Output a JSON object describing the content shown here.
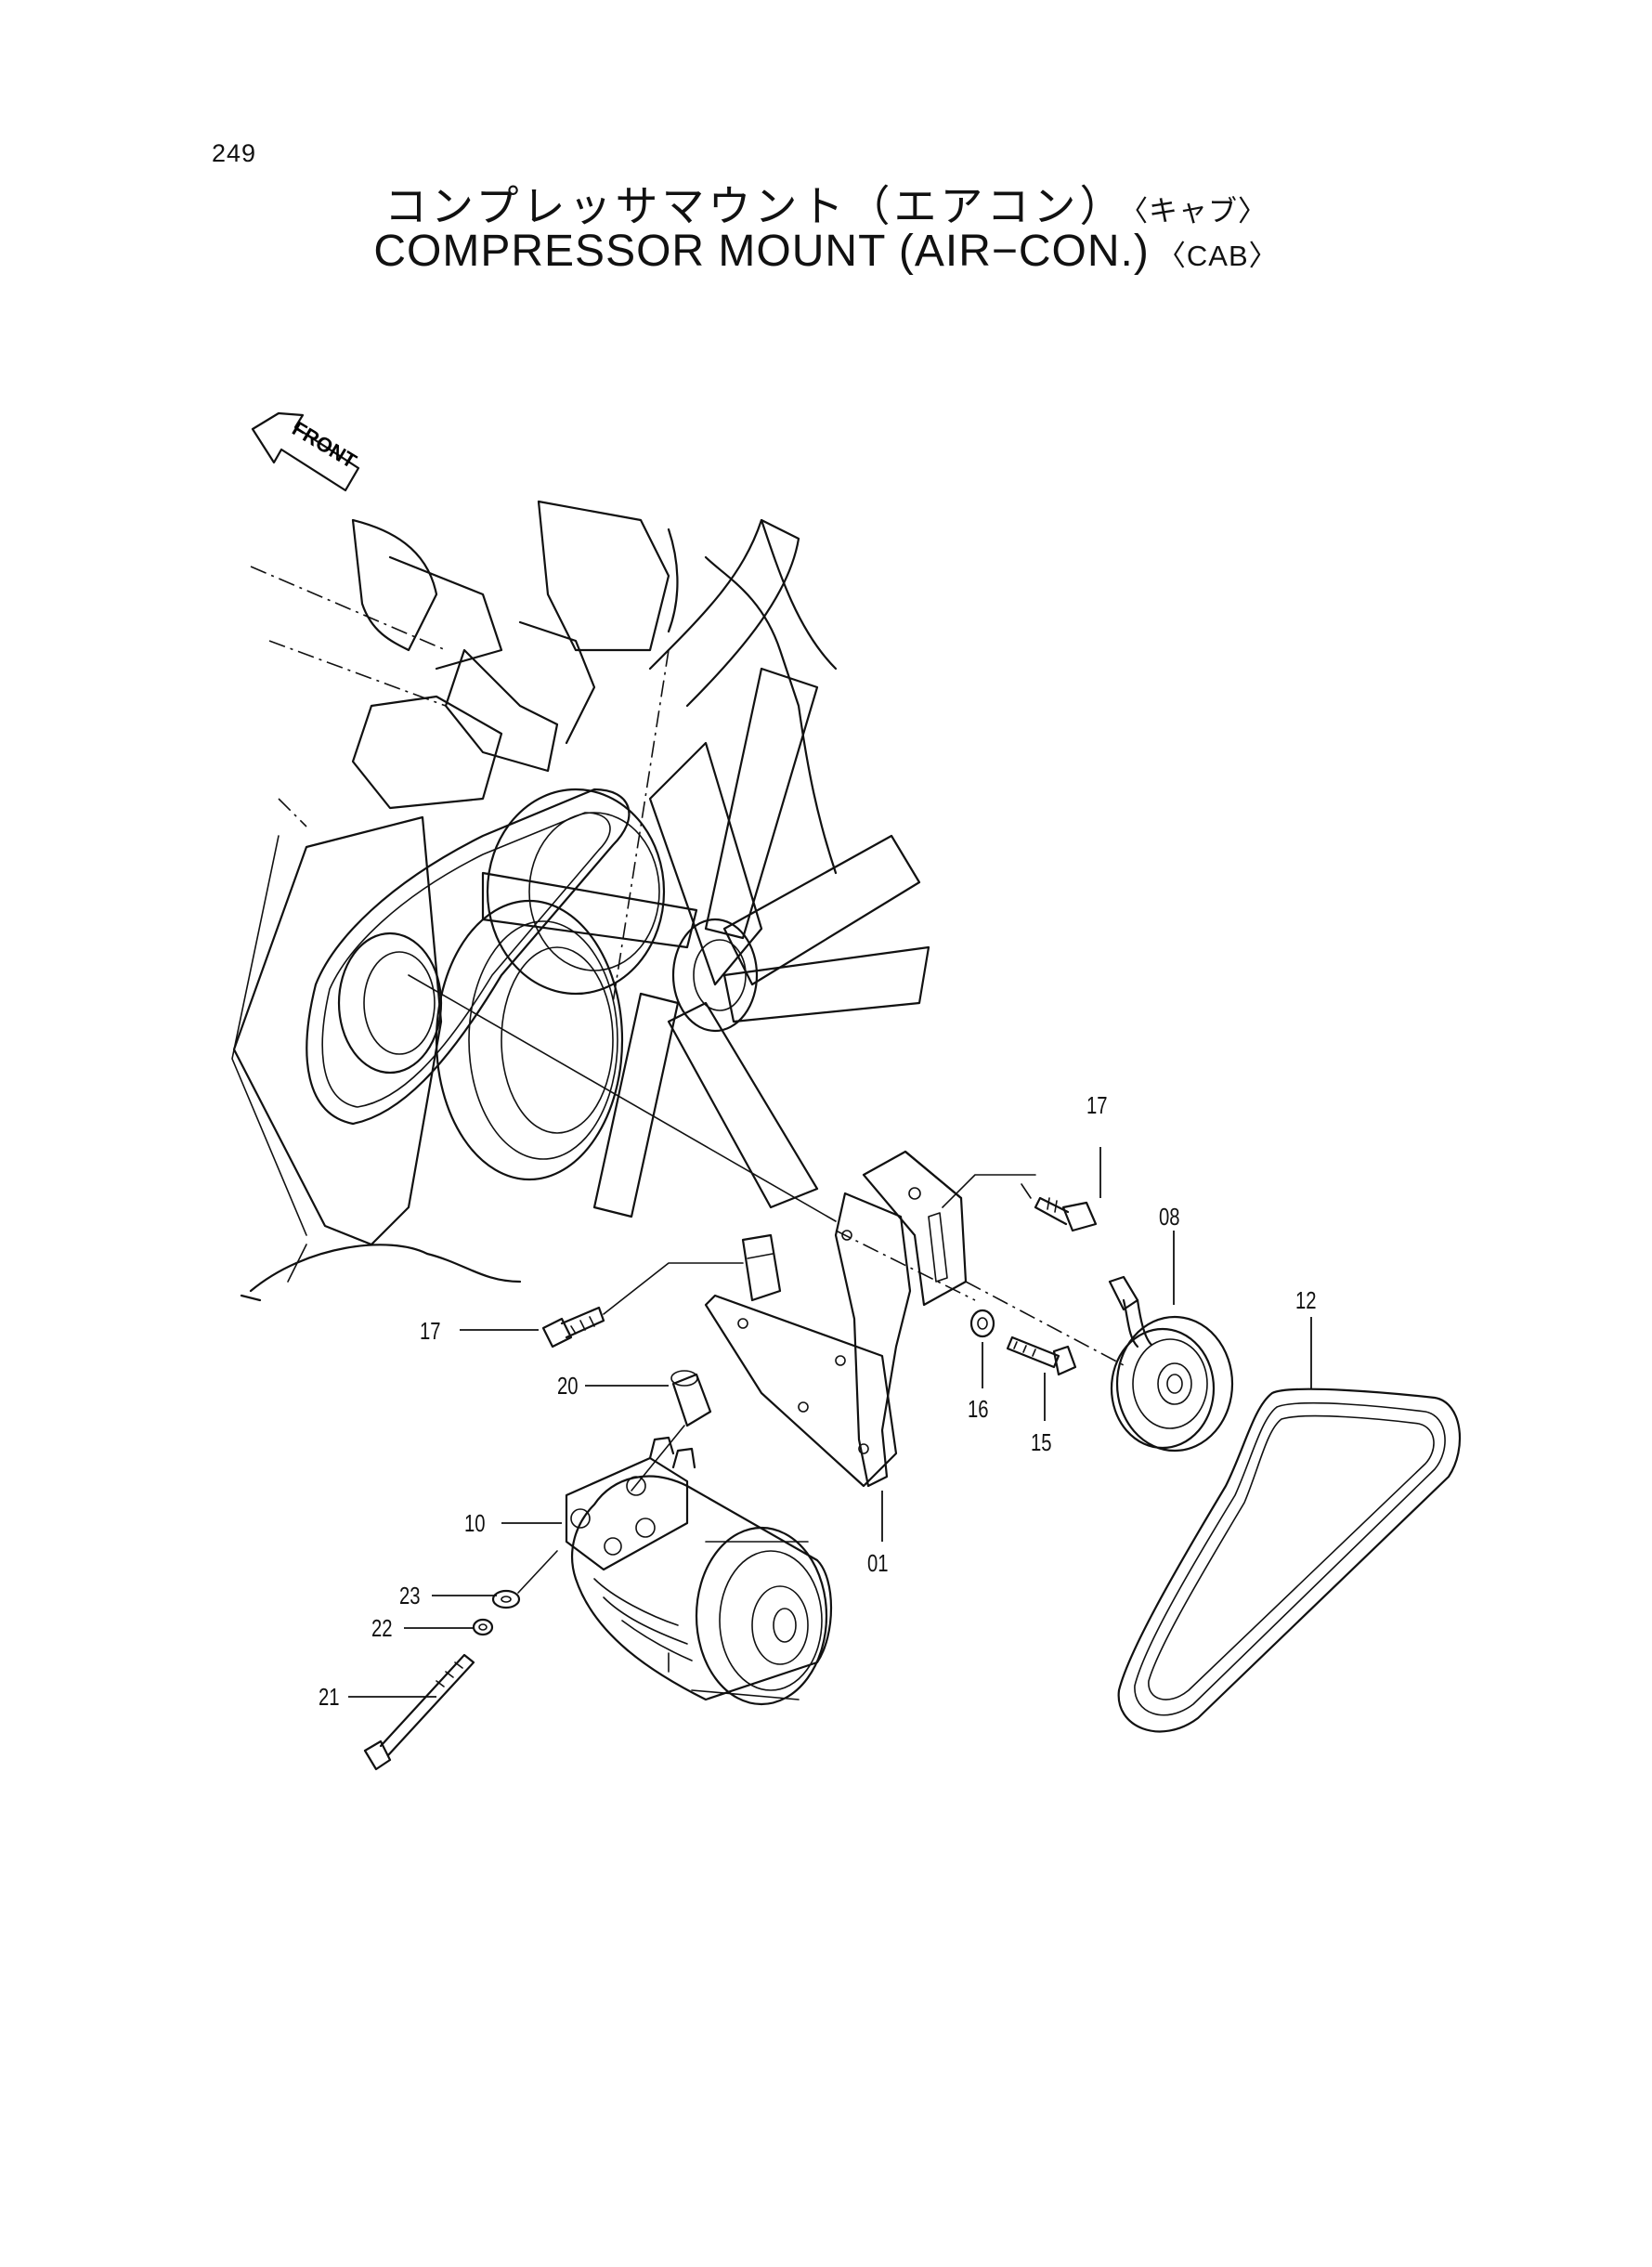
{
  "page_number": "249",
  "title": {
    "japanese": "コンプレッサマウント（エアコン）",
    "japanese_tag": "〈キャブ〉",
    "english": "COMPRESSOR MOUNT (AIR−CON.)",
    "english_tag": "〈CAB〉"
  },
  "direction_marker": "FRONT",
  "callouts": {
    "c01": "01",
    "c08": "08",
    "c10": "10",
    "c12": "12",
    "c15": "15",
    "c16": "16",
    "c17a": "17",
    "c17b": "17",
    "c20": "20",
    "c21": "21",
    "c22": "22",
    "c23": "23"
  }
}
